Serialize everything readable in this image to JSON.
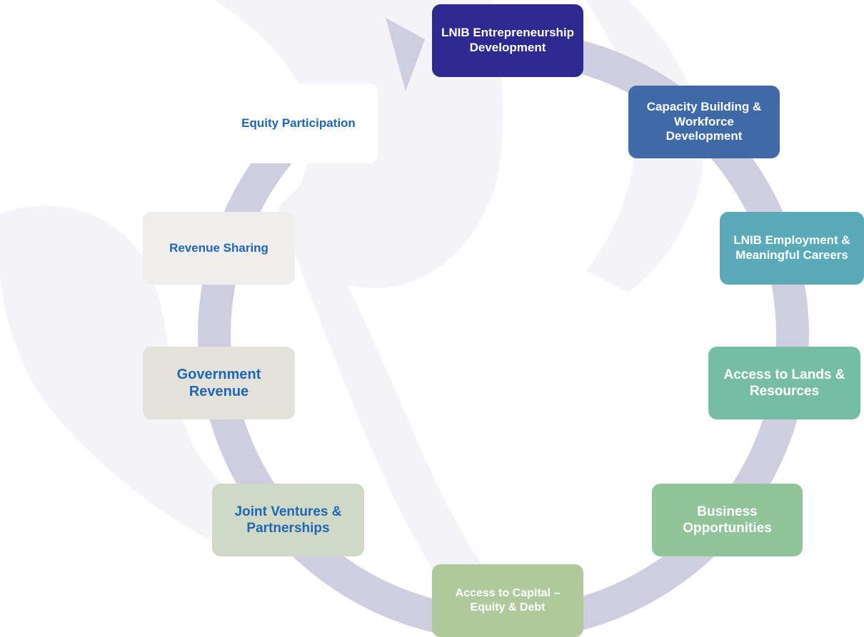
{
  "diagram": {
    "nodes": [
      {
        "text": "LNIB Entrepreneurship Development",
        "fill": "#2e2891",
        "color": "#ffffff"
      },
      {
        "text": "Capacity Building & Workforce Development",
        "fill": "#3f6aa7",
        "color": "#ffffff"
      },
      {
        "text": "LNIB Employment & Meaningful Careers",
        "fill": "#5aaab8",
        "color": "#ffffff"
      },
      {
        "text": "Access to Lands & Resources",
        "fill": "#77bca5",
        "color": "#ffffff"
      },
      {
        "text": "Business Opportunities",
        "fill": "#92c499",
        "color": "#ffffff"
      },
      {
        "text": "Access to Capital – Equity & Debt",
        "fill": "#aeca9c",
        "color": "#ffffff"
      },
      {
        "text": "Joint Ventures & Partnerships",
        "fill": "#d0d9c5",
        "color": "#1f66b4"
      },
      {
        "text": "Government Revenue",
        "fill": "#e2e1da",
        "color": "#1f66b4"
      },
      {
        "text": "Revenue Sharing",
        "fill": "#efeeec",
        "color": "#1f66b4"
      },
      {
        "text": "Equity Participation",
        "fill": "#ffffff",
        "color": "#1f66b4"
      }
    ],
    "cycle_color": "#cfcee1",
    "watermark_color": "#f4f4f8"
  }
}
